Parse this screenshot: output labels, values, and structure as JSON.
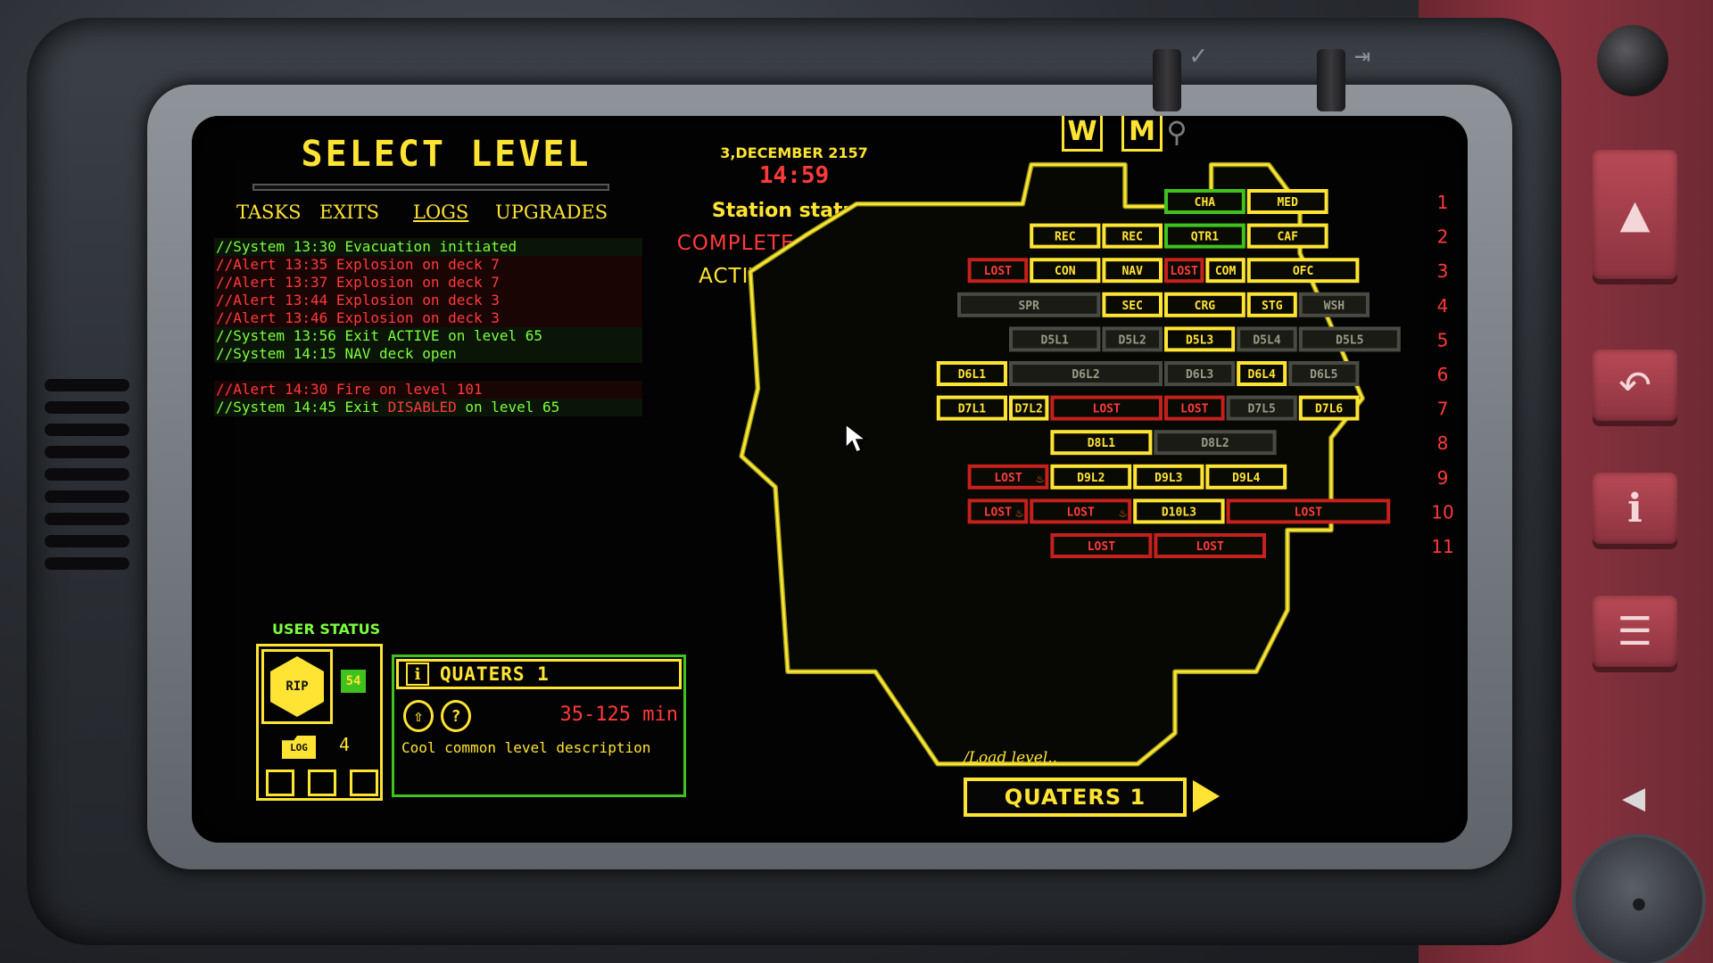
{
  "title": "SELECT LEVEL",
  "tabs": [
    {
      "label": "TASKS",
      "active": false
    },
    {
      "label": "EXITS",
      "active": false
    },
    {
      "label": "LOGS",
      "active": true
    },
    {
      "label": "UPGRADES",
      "active": false
    }
  ],
  "logs": [
    {
      "type": "sys",
      "prefix": "//System 13:30 Evacuation initiated",
      "highlight": "",
      "suffix": ""
    },
    {
      "type": "alert",
      "prefix": "//Alert 13:35 Explosion on deck 7",
      "highlight": "",
      "suffix": ""
    },
    {
      "type": "alert",
      "prefix": "//Alert 13:37 Explosion on deck 7",
      "highlight": "",
      "suffix": ""
    },
    {
      "type": "alert",
      "prefix": "//Alert 13:44 Explosion on deck 3",
      "highlight": "",
      "suffix": ""
    },
    {
      "type": "alert",
      "prefix": "//Alert 13:46 Explosion on deck 3",
      "highlight": "",
      "suffix": ""
    },
    {
      "type": "sys",
      "prefix": "//System 13:56 Exit ACTIVE on level 65",
      "highlight": "",
      "suffix": ""
    },
    {
      "type": "sys",
      "prefix": "//System 14:15 NAV deck open",
      "highlight": "",
      "suffix": ""
    },
    {
      "type": "gap"
    },
    {
      "type": "alert",
      "prefix": "//Alert 14:30 Fire on level 101",
      "highlight": "",
      "suffix": ""
    },
    {
      "type": "sys",
      "prefix": "//System 14:45 Exit ",
      "highlight": "DISABLED",
      "suffix": " on level 65"
    }
  ],
  "status": {
    "date": "3,DECEMBER 2157",
    "time": "14:59",
    "station_label": "Station status:",
    "station_value": "COMPLETE DISASTER",
    "threats_label": "ACTIVE THREADS",
    "threat_icons": [
      "alarm-icon",
      "canister-icon",
      "fire-icon"
    ]
  },
  "user": {
    "label": "USER STATUS",
    "avatar_text": "RIP",
    "level": "54",
    "log_icon_text": "LOG",
    "log_count": "4"
  },
  "level_info": {
    "name": "QUATERS 1",
    "duration": "35-125 min",
    "description": "Cool common level description"
  },
  "map_buttons": {
    "w": "W",
    "m": "M"
  },
  "load": {
    "label": "/Load level..",
    "button": "QUATERS 1"
  },
  "colors": {
    "yellow": "#ffe433",
    "green": "#3fc21d",
    "red": "#ff3a3a",
    "gray": "#4a4a44"
  },
  "rows": [
    "1",
    "2",
    "3",
    "4",
    "5",
    "6",
    "7",
    "8",
    "9",
    "10",
    "11"
  ],
  "rooms": [
    {
      "label": "CHA",
      "row": 1,
      "c0": 20,
      "c1": 28,
      "state": "green"
    },
    {
      "label": "MED",
      "row": 1,
      "c0": 28,
      "c1": 36,
      "state": "yellow"
    },
    {
      "label": "REC",
      "row": 2,
      "c0": 7,
      "c1": 14,
      "state": "yellow"
    },
    {
      "label": "REC",
      "row": 2,
      "c0": 14,
      "c1": 20,
      "state": "yellow"
    },
    {
      "label": "QTR1",
      "row": 2,
      "c0": 20,
      "c1": 28,
      "state": "green"
    },
    {
      "label": "CAF",
      "row": 2,
      "c0": 28,
      "c1": 36,
      "state": "yellow"
    },
    {
      "label": "LOST",
      "row": 3,
      "c0": 1,
      "c1": 7,
      "state": "red"
    },
    {
      "label": "CON",
      "row": 3,
      "c0": 7,
      "c1": 14,
      "state": "yellow"
    },
    {
      "label": "NAV",
      "row": 3,
      "c0": 14,
      "c1": 20,
      "state": "yellow"
    },
    {
      "label": "LOST",
      "row": 3,
      "c0": 20,
      "c1": 24,
      "state": "red"
    },
    {
      "label": "COM",
      "row": 3,
      "c0": 24,
      "c1": 28,
      "state": "yellow"
    },
    {
      "label": "OFC",
      "row": 3,
      "c0": 28,
      "c1": 39,
      "state": "yellow"
    },
    {
      "label": "SPR",
      "row": 4,
      "c0": 0,
      "c1": 14,
      "state": "gray"
    },
    {
      "label": "SEC",
      "row": 4,
      "c0": 14,
      "c1": 20,
      "state": "yellow"
    },
    {
      "label": "CRG",
      "row": 4,
      "c0": 20,
      "c1": 28,
      "state": "yellow"
    },
    {
      "label": "STG",
      "row": 4,
      "c0": 28,
      "c1": 33,
      "state": "yellow"
    },
    {
      "label": "WSH",
      "row": 4,
      "c0": 33,
      "c1": 40,
      "state": "gray"
    },
    {
      "label": "D5L1",
      "row": 5,
      "c0": 5,
      "c1": 14,
      "state": "gray"
    },
    {
      "label": "D5L2",
      "row": 5,
      "c0": 14,
      "c1": 20,
      "state": "gray"
    },
    {
      "label": "D5L3",
      "row": 5,
      "c0": 20,
      "c1": 27,
      "state": "yellow"
    },
    {
      "label": "D5L4",
      "row": 5,
      "c0": 27,
      "c1": 33,
      "state": "gray"
    },
    {
      "label": "D5L5",
      "row": 5,
      "c0": 33,
      "c1": 43,
      "state": "gray"
    },
    {
      "label": "D6L1",
      "row": 6,
      "c0": -2,
      "c1": 5,
      "state": "yellow"
    },
    {
      "label": "D6L2",
      "row": 6,
      "c0": 5,
      "c1": 20,
      "state": "gray"
    },
    {
      "label": "D6L3",
      "row": 6,
      "c0": 20,
      "c1": 27,
      "state": "gray"
    },
    {
      "label": "D6L4",
      "row": 6,
      "c0": 27,
      "c1": 32,
      "state": "yellow"
    },
    {
      "label": "D6L5",
      "row": 6,
      "c0": 32,
      "c1": 39,
      "state": "gray"
    },
    {
      "label": "D7L1",
      "row": 7,
      "c0": -2,
      "c1": 5,
      "state": "yellow"
    },
    {
      "label": "D7L2",
      "row": 7,
      "c0": 5,
      "c1": 9,
      "state": "yellow"
    },
    {
      "label": "LOST",
      "row": 7,
      "c0": 9,
      "c1": 20,
      "state": "red"
    },
    {
      "label": "LOST",
      "row": 7,
      "c0": 20,
      "c1": 26,
      "state": "red"
    },
    {
      "label": "D7L5",
      "row": 7,
      "c0": 26,
      "c1": 33,
      "state": "gray"
    },
    {
      "label": "D7L6",
      "row": 7,
      "c0": 33,
      "c1": 39,
      "state": "yellow"
    },
    {
      "label": "D8L1",
      "row": 8,
      "c0": 9,
      "c1": 19,
      "state": "yellow"
    },
    {
      "label": "D8L2",
      "row": 8,
      "c0": 19,
      "c1": 31,
      "state": "gray"
    },
    {
      "label": "LOST",
      "row": 9,
      "c0": 1,
      "c1": 9,
      "state": "red"
    },
    {
      "label": "D9L2",
      "row": 9,
      "c0": 9,
      "c1": 17,
      "state": "yellow"
    },
    {
      "label": "D9L3",
      "row": 9,
      "c0": 17,
      "c1": 24,
      "state": "yellow"
    },
    {
      "label": "D9L4",
      "row": 9,
      "c0": 24,
      "c1": 32,
      "state": "yellow"
    },
    {
      "label": "LOST",
      "row": 10,
      "c0": 1,
      "c1": 7,
      "state": "red"
    },
    {
      "label": "LOST",
      "row": 10,
      "c0": 7,
      "c1": 17,
      "state": "red"
    },
    {
      "label": "D10L3",
      "row": 10,
      "c0": 17,
      "c1": 26,
      "state": "yellow"
    },
    {
      "label": "LOST",
      "row": 10,
      "c0": 26,
      "c1": 42,
      "state": "red"
    },
    {
      "label": "LOST",
      "row": 11,
      "c0": 9,
      "c1": 19,
      "state": "red"
    },
    {
      "label": "LOST",
      "row": 11,
      "c0": 19,
      "c1": 30,
      "state": "red"
    }
  ],
  "fire_rooms": [
    35,
    39,
    40
  ]
}
